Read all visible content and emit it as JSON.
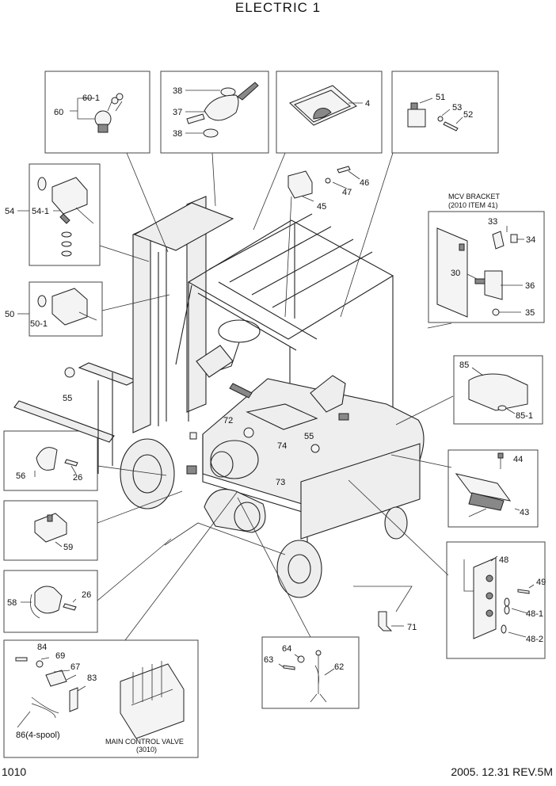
{
  "title": "ELECTRIC 1",
  "page_number": "1010",
  "revision": "2005. 12.31 REV.5M",
  "bracket_caption_line1": "MCV  BRACKET",
  "bracket_caption_line2": "(2010 ITEM 41)",
  "valve_caption_line1": "MAIN CONTROL VALVE",
  "valve_caption_line2": "(3010)",
  "callouts": {
    "c60": "60",
    "c60_1": "60-1",
    "c38a": "38",
    "c37": "37",
    "c38b": "38",
    "c4": "4",
    "c51": "51",
    "c53": "53",
    "c52": "52",
    "c46": "46",
    "c47": "47",
    "c45": "45",
    "c54": "54",
    "c54_1": "54-1",
    "c50": "50",
    "c50_1": "50-1",
    "c55a": "55",
    "c33": "33",
    "c34": "34",
    "c30": "30",
    "c36": "36",
    "c35": "35",
    "c85": "85",
    "c85_1": "85-1",
    "c72": "72",
    "c74": "74",
    "c55b": "55",
    "c73": "73",
    "c44": "44",
    "c43": "43",
    "c56": "56",
    "c26a": "26",
    "c59": "59",
    "c58": "58",
    "c26b": "26",
    "c48": "48",
    "c49": "49",
    "c48_1": "48-1",
    "c48_2": "48-2",
    "c71": "71",
    "c84": "84",
    "c69": "69",
    "c67": "67",
    "c83": "83",
    "c86": "86(4-spool)",
    "c64": "64",
    "c63": "63",
    "c62": "62"
  }
}
